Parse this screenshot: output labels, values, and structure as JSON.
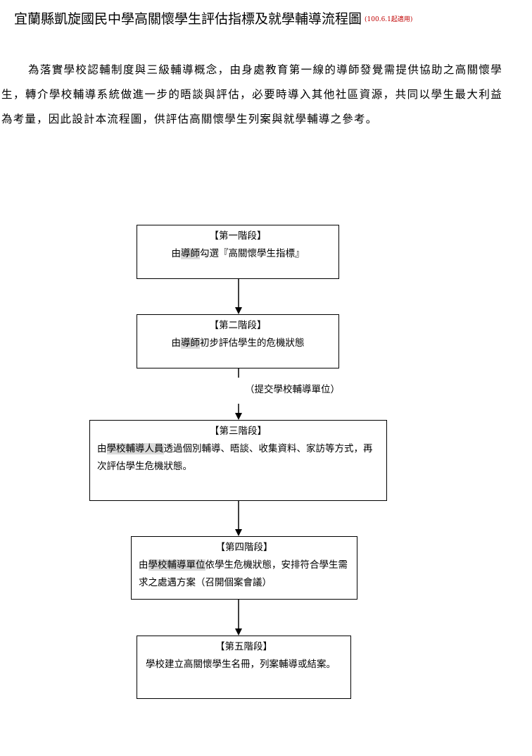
{
  "title": "宜蘭縣凱旋國民中學高關懷學生評估指標及就學輔導流程圖",
  "title_note": "(100.6.1起適用)",
  "intro": "為落實學校認輔制度與三級輔導概念，由身處教育第一線的導師發覺需提供協助之高關懷學生，轉介學校輔導系統做進一步的晤談與評估，必要時導入其他社區資源，共同以學生最大利益為考量，因此設計本流程圖，供評估高關懷學生列案與就學輔導之參考。",
  "stages": [
    {
      "label": "【第一階段】",
      "pre": "由",
      "highlight": "導師",
      "post": "勾選『高關懷學生指標』"
    },
    {
      "label": "【第二階段】",
      "pre": "由",
      "highlight": "導師",
      "post": "初步評估學生的危機狀態"
    },
    {
      "label": "【第三階段】",
      "pre": "由",
      "highlight": "學校輔導人員",
      "post": "透過個別輔導、晤談、收集資料、家訪等方式，再次評估學生危機狀態。"
    },
    {
      "label": "【第四階段】",
      "pre": "由",
      "highlight": "學校輔導單位",
      "post": "依學生危機狀態，安排符合學生需求之處遇方案（召開個案會議）"
    },
    {
      "label": "【第五階段】",
      "pre": "",
      "highlight": "",
      "post": "學校建立高關懷學生名冊，列案輔導或結案。"
    }
  ],
  "connector_label": "（提交學校輔導單位）"
}
